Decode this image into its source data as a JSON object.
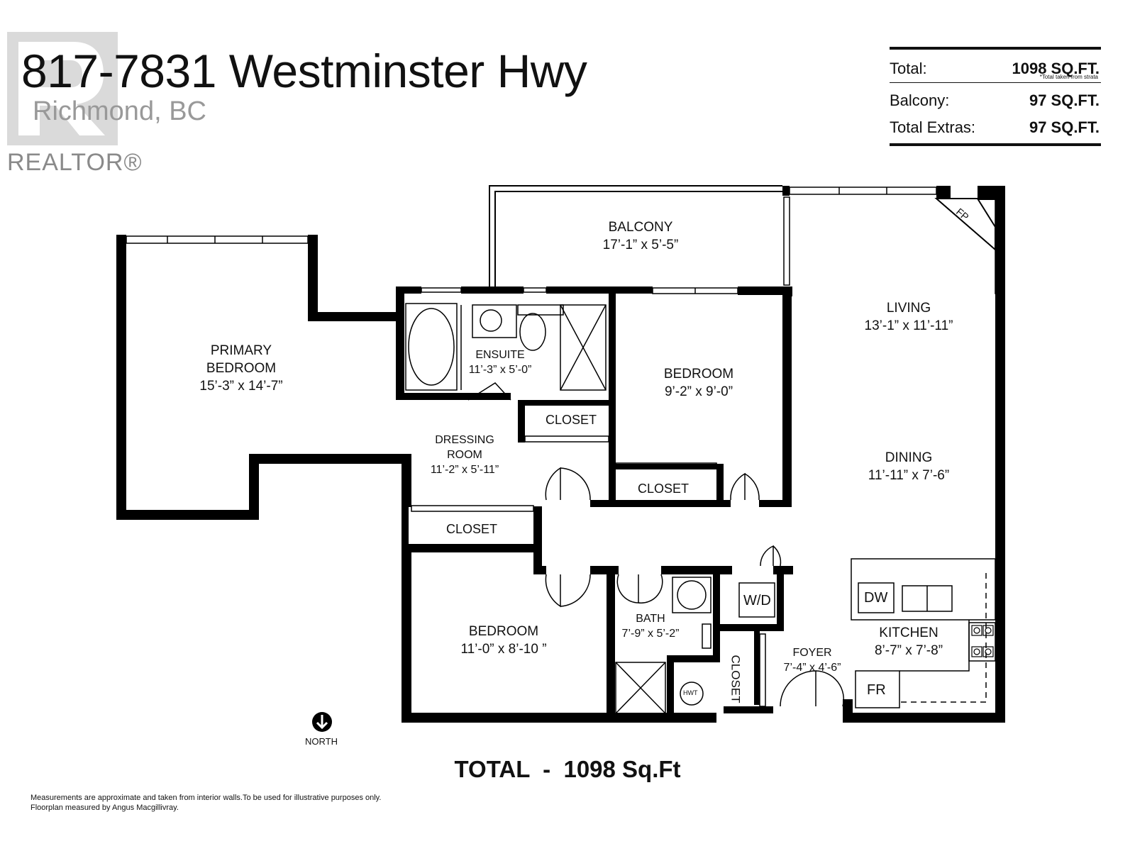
{
  "listing": {
    "title": "817-7831 Westminster Hwy",
    "subtitle": "Richmond, BC",
    "watermark": "REALTOR®"
  },
  "summary": {
    "rows": [
      {
        "label": "Total:",
        "value": "1098 SQ.FT."
      },
      {
        "label": "Balcony:",
        "value": "97 SQ.FT."
      },
      {
        "label": "Total Extras:",
        "value": "97 SQ.FT."
      }
    ],
    "total_note": "*Total taken from strata"
  },
  "rooms": {
    "balcony": {
      "name": "BALCONY",
      "dims": "17’-1” x 5’-5”"
    },
    "living": {
      "name": "LIVING",
      "dims": "13’-1” x 11’-11”"
    },
    "primary": {
      "name_1": "PRIMARY",
      "name_2": "BEDROOM",
      "dims": "15’-3” x 14’-7”"
    },
    "ensuite": {
      "name": "ENSUITE",
      "dims": "11’-3” x 5’-0”"
    },
    "bedroom2": {
      "name": "BEDROOM",
      "dims": "9’-2” x 9’-0”"
    },
    "dressing": {
      "name_1": "DRESSING",
      "name_2": "ROOM",
      "dims": "11’-2” x 5’-11”"
    },
    "dining": {
      "name": "DINING",
      "dims": "11’-11” x 7’-6”"
    },
    "bedroom3": {
      "name": "BEDROOM",
      "dims": "11’-0” x 8’-10 ”"
    },
    "bath": {
      "name": "BATH",
      "dims": "7’-9” x 5’-2”"
    },
    "foyer": {
      "name": "FOYER",
      "dims": "7’-4” x 4’-6”"
    },
    "kitchen": {
      "name": "KITCHEN",
      "dims": "8’-7” x 7’-8”"
    }
  },
  "closets": {
    "closet_dressing": "CLOSET",
    "closet_bed2": "CLOSET",
    "closet_hall": "CLOSET",
    "closet_foyer": "CLOSET"
  },
  "fixtures": {
    "fireplace": "FP",
    "washer_dryer": "W/D",
    "dishwasher": "DW",
    "fridge": "FR",
    "hot_water_tank": "HWT"
  },
  "compass": {
    "label": "NORTH"
  },
  "footer": {
    "total": "TOTAL  -  1098 Sq.Ft",
    "disclaimer_1": "Measurements are approximate and taken from interior walls.To be used for illustrative purposes only.",
    "disclaimer_2": "Floorplan measured by Angus Macgillivray."
  }
}
